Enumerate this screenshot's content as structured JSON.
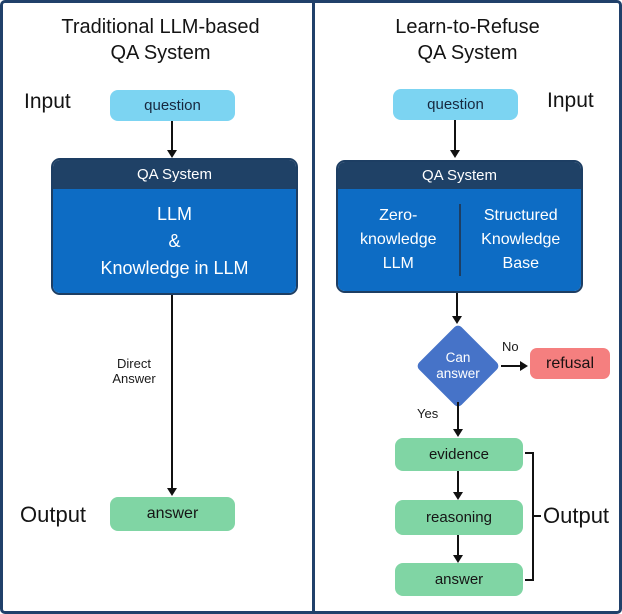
{
  "diagram": {
    "left": {
      "title_line1": "Traditional LLM-based",
      "title_line2": "QA System",
      "input_label": "Input",
      "question": "question",
      "qa_header": "QA System",
      "qa_body_line1": "LLM",
      "qa_body_line2": "&",
      "qa_body_line3": "Knowledge in LLM",
      "edge_label": "Direct Answer",
      "output_label": "Output",
      "answer": "answer"
    },
    "right": {
      "title_line1": "Learn-to-Refuse",
      "title_line2": "QA System",
      "input_label": "Input",
      "question": "question",
      "qa_header": "QA System",
      "module_left": "Zero-knowledge LLM",
      "module_right": "Structured Knowledge Base",
      "decision": "Can answer",
      "no_label": "No",
      "refusal": "refusal",
      "yes_label": "Yes",
      "evidence": "evidence",
      "reasoning": "reasoning",
      "answer": "answer",
      "output_label": "Output"
    },
    "colors": {
      "border_navy": "#20406a",
      "header_navy": "#1f4166",
      "body_blue": "#0d6cc4",
      "question_blue": "#7cd4f2",
      "diamond_blue": "#4673c8",
      "refusal_red": "#f57f7f",
      "answer_green": "#80d5a4"
    }
  }
}
